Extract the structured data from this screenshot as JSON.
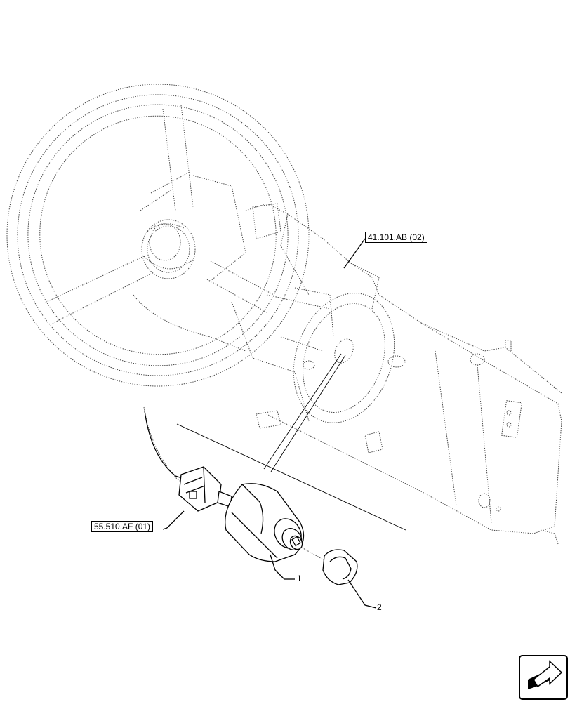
{
  "references": {
    "steering_column": "41.101.AB (02)",
    "wiring_harness": "55.510.AF (01)"
  },
  "callouts": {
    "ignition_switch": "1",
    "key": "2"
  },
  "icons": {
    "nav_arrow": "next-page-arrow-icon"
  },
  "colors": {
    "line": "#000000",
    "phantom": "#444444",
    "background": "#ffffff"
  }
}
